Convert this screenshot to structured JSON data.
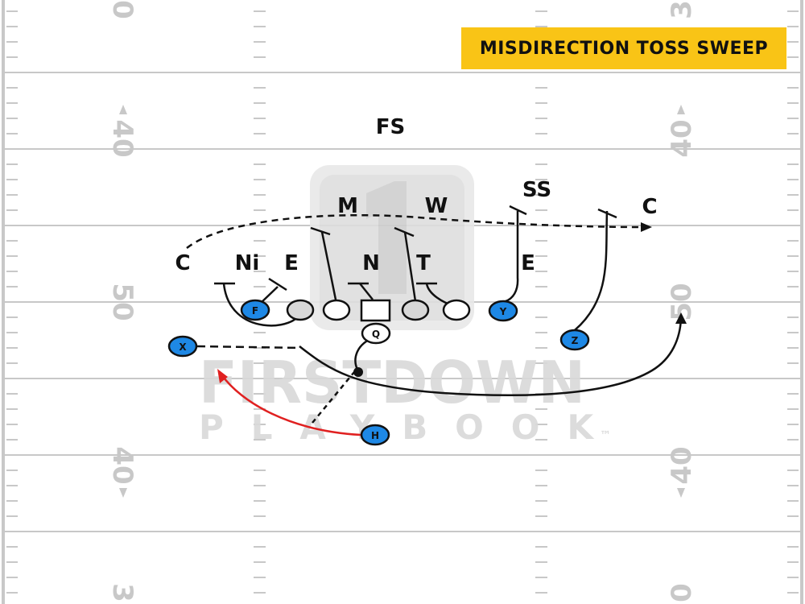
{
  "title": "MISDIRECTION TOSS SWEEP",
  "colors": {
    "title_bg": "#f9c416",
    "offense_fill": "#1e88e5",
    "defense": "#111111",
    "motion_path": "#e02020",
    "field_lines": "#c8c8c8"
  },
  "watermark": {
    "line1": "FIRSTDOWN",
    "line2": "PLAYBOOK",
    "trademark": "™"
  },
  "yard_numbers": {
    "left": [
      "0",
      "40",
      "50",
      "40",
      "3"
    ],
    "right": [
      "3",
      "40",
      "50",
      "40",
      "0"
    ]
  },
  "offense": {
    "center_label": "",
    "qb_label": "Q",
    "skill": [
      {
        "id": "F",
        "label": "F"
      },
      {
        "id": "Y",
        "label": "Y"
      },
      {
        "id": "X",
        "label": "X"
      },
      {
        "id": "Z",
        "label": "Z"
      },
      {
        "id": "H",
        "label": "H"
      }
    ]
  },
  "defense": {
    "labels": [
      "FS",
      "SS",
      "C",
      "M",
      "W",
      "C",
      "Ni",
      "E",
      "N",
      "T",
      "E"
    ]
  }
}
